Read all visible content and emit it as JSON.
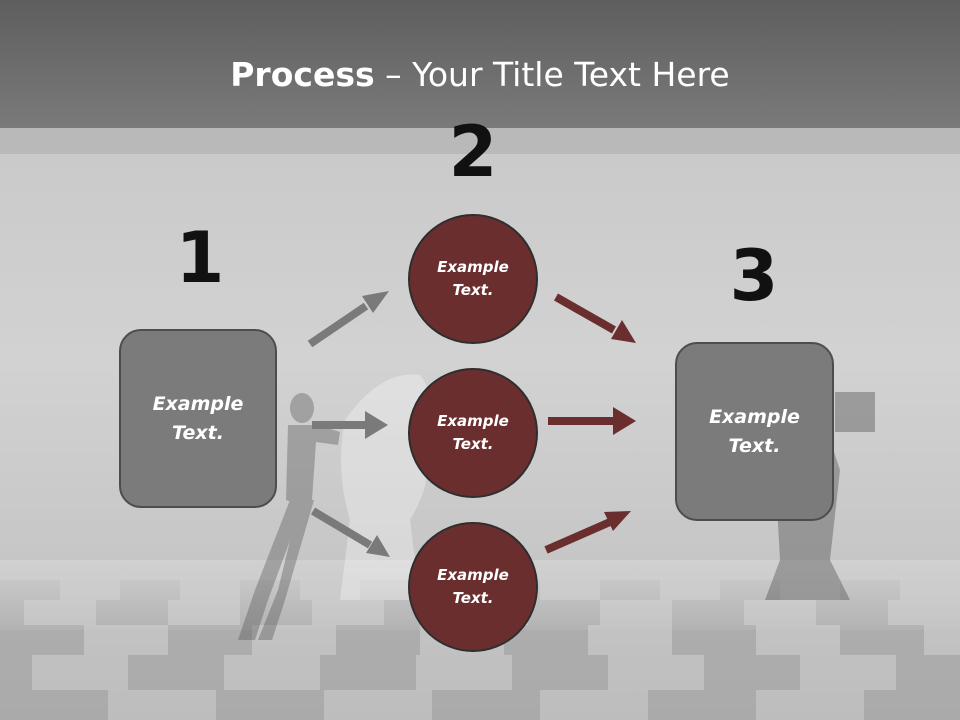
{
  "title": {
    "bold": "Process",
    "rest": " – Your Title Text Here"
  },
  "steps": {
    "one": "1",
    "two": "2",
    "three": "3"
  },
  "left_box": {
    "label": "Example\nText."
  },
  "right_box": {
    "label": "Example\nText."
  },
  "circles": [
    {
      "label": "Example\nText."
    },
    {
      "label": "Example\nText."
    },
    {
      "label": "Example\nText."
    }
  ],
  "colors": {
    "circle_fill": "#6b2e2e",
    "box_fill": "#7b7b7b",
    "gray_arrow": "#7a7a7a",
    "red_arrow": "#6b2e2e"
  }
}
